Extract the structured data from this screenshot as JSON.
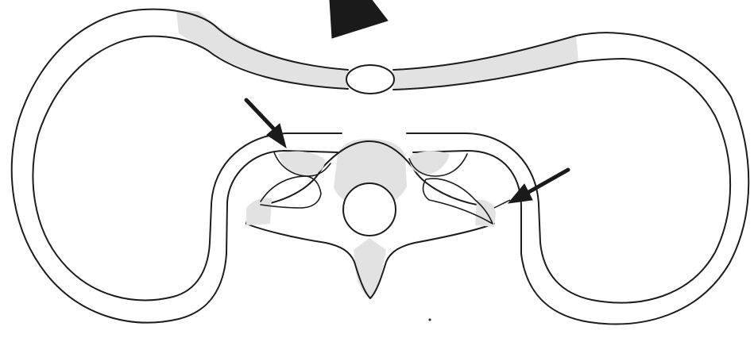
{
  "diagram": {
    "type": "thoracic cross-section schematic",
    "colors": {
      "outline": "#1c1c1c",
      "cartilage_shading": "#e2e2e2",
      "arrow": "#1a1a1a",
      "background": "#ffffff"
    },
    "icons": [
      "arrowhead-marker",
      "arrow-left",
      "arrow-right"
    ]
  }
}
